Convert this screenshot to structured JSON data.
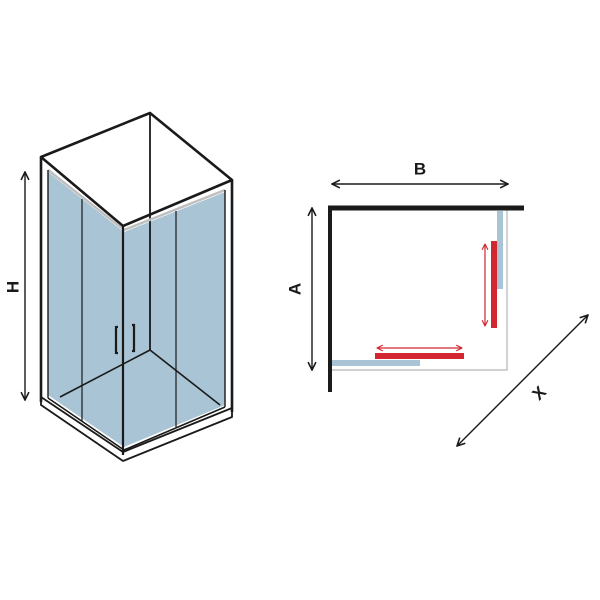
{
  "labels": {
    "height": "H",
    "width": "B",
    "depth": "A",
    "diagonal": "X"
  },
  "colors": {
    "frame": "#1a1a1a",
    "glass": "#a9c4d4",
    "glass_edge": "#8fb0c4",
    "door_slide": "#d22630",
    "outline": "#b5b5b5"
  }
}
